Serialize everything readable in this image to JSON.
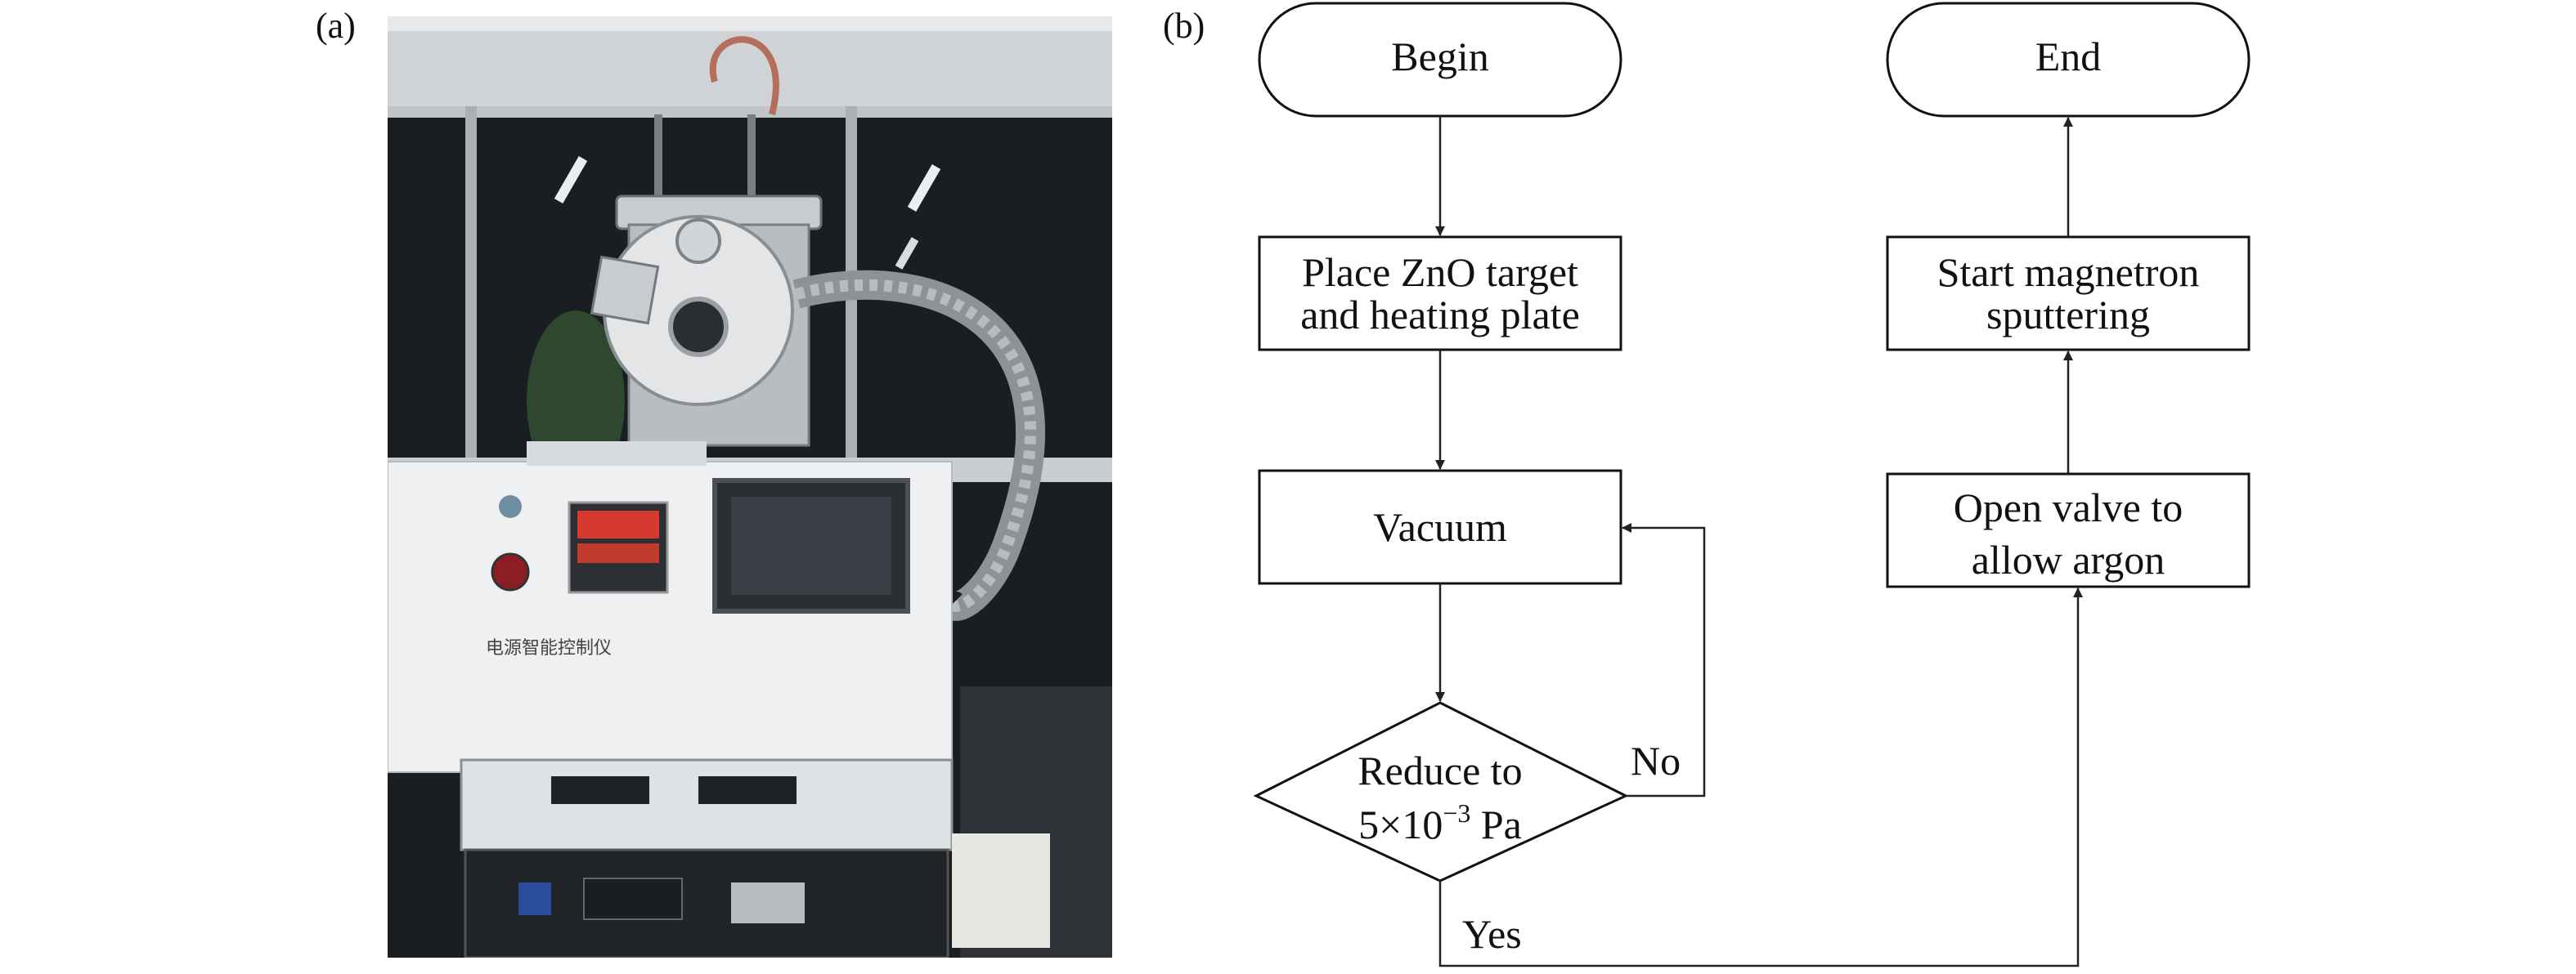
{
  "panels": {
    "a_label": "(a)",
    "b_label": "(b)"
  },
  "photo": {
    "panel_text": "电源智能控制仪"
  },
  "flowchart": {
    "begin": "Begin",
    "end": "End",
    "place_line1": "Place ZnO target",
    "place_line2": "and heating plate",
    "vacuum": "Vacuum",
    "reduce_line1": "Reduce to",
    "reduce_line2_prefix": "5×10",
    "reduce_exponent": "−3",
    "reduce_line2_suffix": " Pa",
    "no_label": "No",
    "yes_label": "Yes",
    "open_line1": "Open valve to",
    "open_line2": "allow argon",
    "start_line1": "Start magnetron",
    "start_line2": "sputtering"
  }
}
